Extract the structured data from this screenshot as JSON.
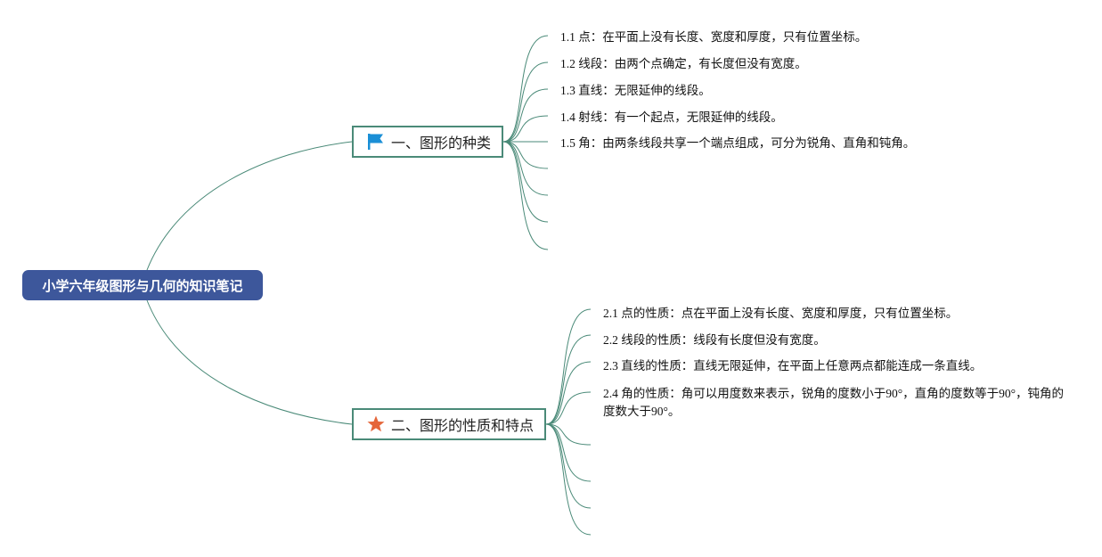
{
  "root": {
    "label": "小学六年级图形与几何的知识笔记"
  },
  "branches": [
    {
      "label": "一、图形的种类",
      "icon": "flag-icon",
      "icon_color": "#1a8fd6",
      "leaves": [
        "1.1 点：在平面上没有长度、宽度和厚度，只有位置坐标。",
        "1.2 线段：由两个点确定，有长度但没有宽度。",
        "1.3 直线：无限延伸的线段。",
        "1.4 射线：有一个起点，无限延伸的线段。",
        "1.5 角：由两条线段共享一个端点组成，可分为锐角、直角和钝角。"
      ]
    },
    {
      "label": "二、图形的性质和特点",
      "icon": "star-icon",
      "icon_color": "#e5663a",
      "leaves": [
        "2.1 点的性质：点在平面上没有长度、宽度和厚度，只有位置坐标。",
        "2.2 线段的性质：线段有长度但没有宽度。",
        "2.3 直线的性质：直线无限延伸，在平面上任意两点都能连成一条直线。",
        "2.4 角的性质：角可以用度数来表示，锐角的度数小于90°，直角的度数等于90°，钝角的度数大于90°。"
      ]
    }
  ],
  "colors": {
    "root_bg": "#3d579b",
    "branch_border": "#4a8a78",
    "connector": "#4a8a78"
  }
}
